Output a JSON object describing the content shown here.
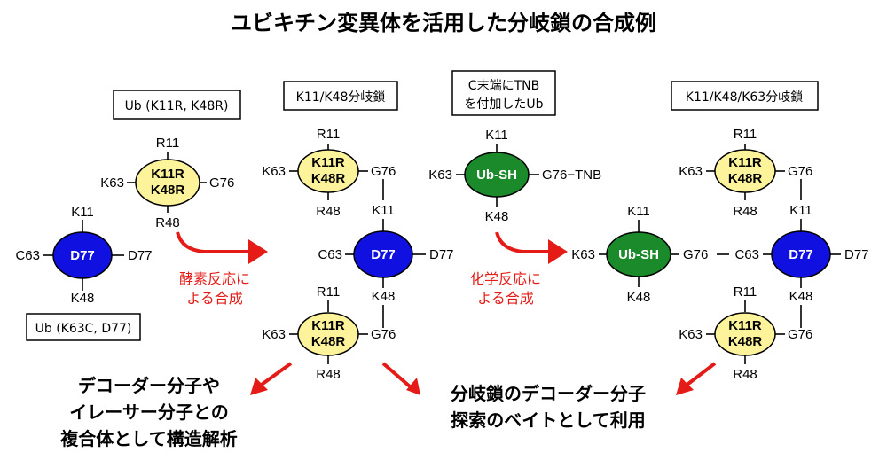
{
  "title": "ユビキチン変異体を活用した分岐鎖の合成例",
  "colors": {
    "yellow": "#fdf39a",
    "blue": "#1010e0",
    "green": "#1a8a2a",
    "red": "#e41b17"
  },
  "boxes": {
    "ub_k11r_k48r": "Ub (K11R, K48R)",
    "ub_k63c_d77": "Ub (K63C, D77)",
    "k11_k48_branch": "K11/K48分岐鎖",
    "c_term_tnb_line1": "C末端にTNB",
    "c_term_tnb_line2": "を付加したUb",
    "k11_k48_k63_branch": "K11/K48/K63分岐鎖"
  },
  "nodes": {
    "k11r_line1": "K11R",
    "k11r_line2": "K48R",
    "d77": "D77",
    "ubsh": "Ub-SH"
  },
  "residues": {
    "r11": "R11",
    "r48": "R48",
    "k63": "K63",
    "g76": "G76",
    "k11": "K11",
    "k48": "K48",
    "c63": "C63",
    "d77": "D77",
    "g76_tnb": "G76−TNB"
  },
  "reactions": {
    "enzymatic_line1": "酵素反応に",
    "enzymatic_line2": "よる合成",
    "chemical_line1": "化学反応に",
    "chemical_line2": "よる合成"
  },
  "outcomes": {
    "left_line1": "デコーダー分子や",
    "left_line2": "イレーサー分子との",
    "left_line3": "複合体として構造解析",
    "right_line1": "分岐鎖のデコーダー分子",
    "right_line2": "探索のベイトとして利用"
  }
}
